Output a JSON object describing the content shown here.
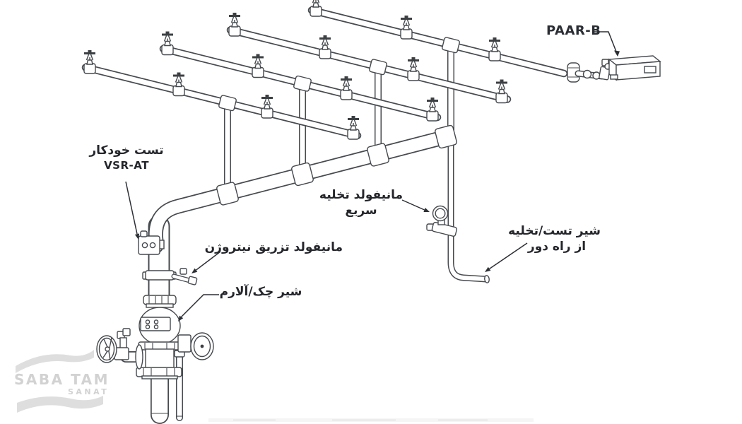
{
  "labels": {
    "paar_b": "PAAR-B",
    "auto_test_line1": "تست خودکار",
    "auto_test_line2": "VSR-AT",
    "quick_drain_line1": "مانیفولد تخلیه",
    "quick_drain_line2": "سریع",
    "nitrogen": "مانیفولد تزریق نیتروژن",
    "check_alarm": "شیر چک/آلارم",
    "remote_test_line1": "شیر تست/تخلیه",
    "remote_test_line2": "از راه دور"
  },
  "watermark": {
    "line1": "SABA TAM",
    "line2": "SANAT",
    "color": "#d2d2d2"
  },
  "colors": {
    "line_art": "#474b4f",
    "label_text": "#24262b",
    "background": "#ffffff"
  }
}
